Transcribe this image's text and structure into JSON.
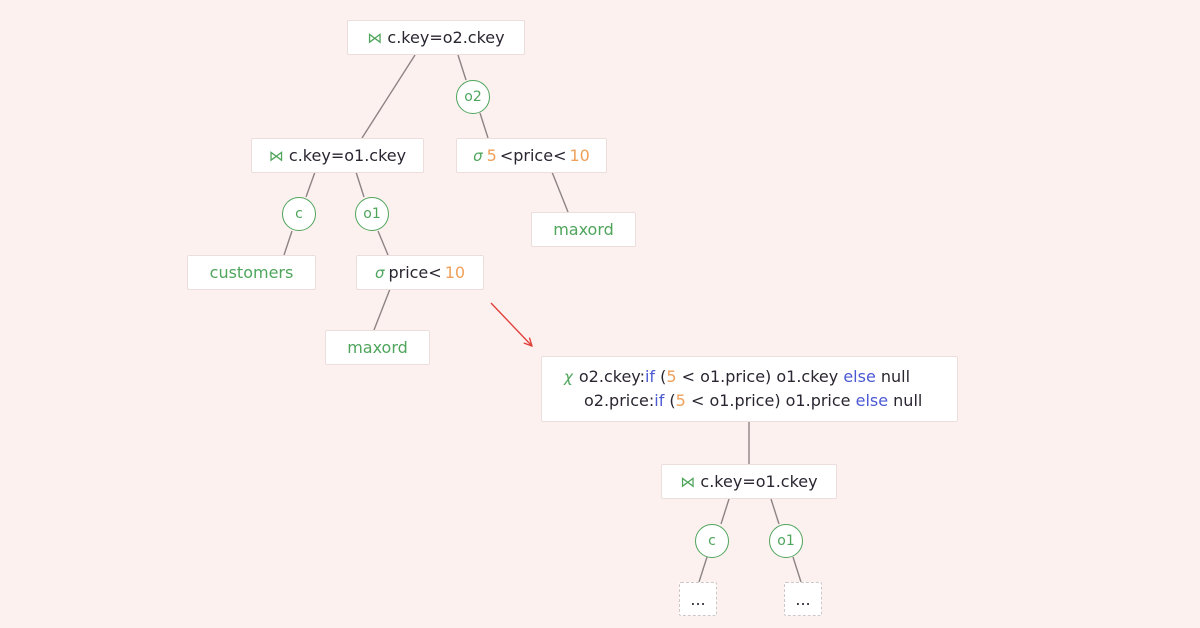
{
  "colors": {
    "background": "#fdf1f0",
    "operator_green": "#4fa55c",
    "number_orange": "#efa05a",
    "keyword_blue": "#4b59d3",
    "edge_gray": "#8c8484",
    "arrow_red": "#e0403a"
  },
  "tree_before": {
    "root_join": {
      "symbol": "⋈",
      "cond": "c.key=o2.ckey"
    },
    "alias_o2": "o2",
    "join_left": {
      "symbol": "⋈",
      "cond": "c.key=o1.ckey"
    },
    "select_right": {
      "symbol": "σ",
      "lo": "5",
      "mid": "<price<",
      "hi": "10"
    },
    "table_maxord_right": "maxord",
    "alias_c": "c",
    "alias_o1": "o1",
    "table_customers": "customers",
    "select_left": {
      "symbol": "σ",
      "text": "price<",
      "hi": "10"
    },
    "table_maxord_left": "maxord"
  },
  "tree_after": {
    "chi": {
      "symbol": "χ",
      "line1": {
        "lhs": "o2.ckey:",
        "kw_if": "if",
        "open": " (",
        "num": "5",
        "cond": " < o1.price) o1.ckey ",
        "kw_else": "else",
        "tail": " null"
      },
      "line2": {
        "lhs": "o2.price:",
        "kw_if": "if",
        "open": " (",
        "num": "5",
        "cond": " < o1.price) o1.price ",
        "kw_else": "else",
        "tail": " null"
      }
    },
    "join": {
      "symbol": "⋈",
      "cond": "c.key=o1.ckey"
    },
    "alias_c": "c",
    "alias_o1": "o1",
    "leaf_left": "...",
    "leaf_right": "..."
  }
}
